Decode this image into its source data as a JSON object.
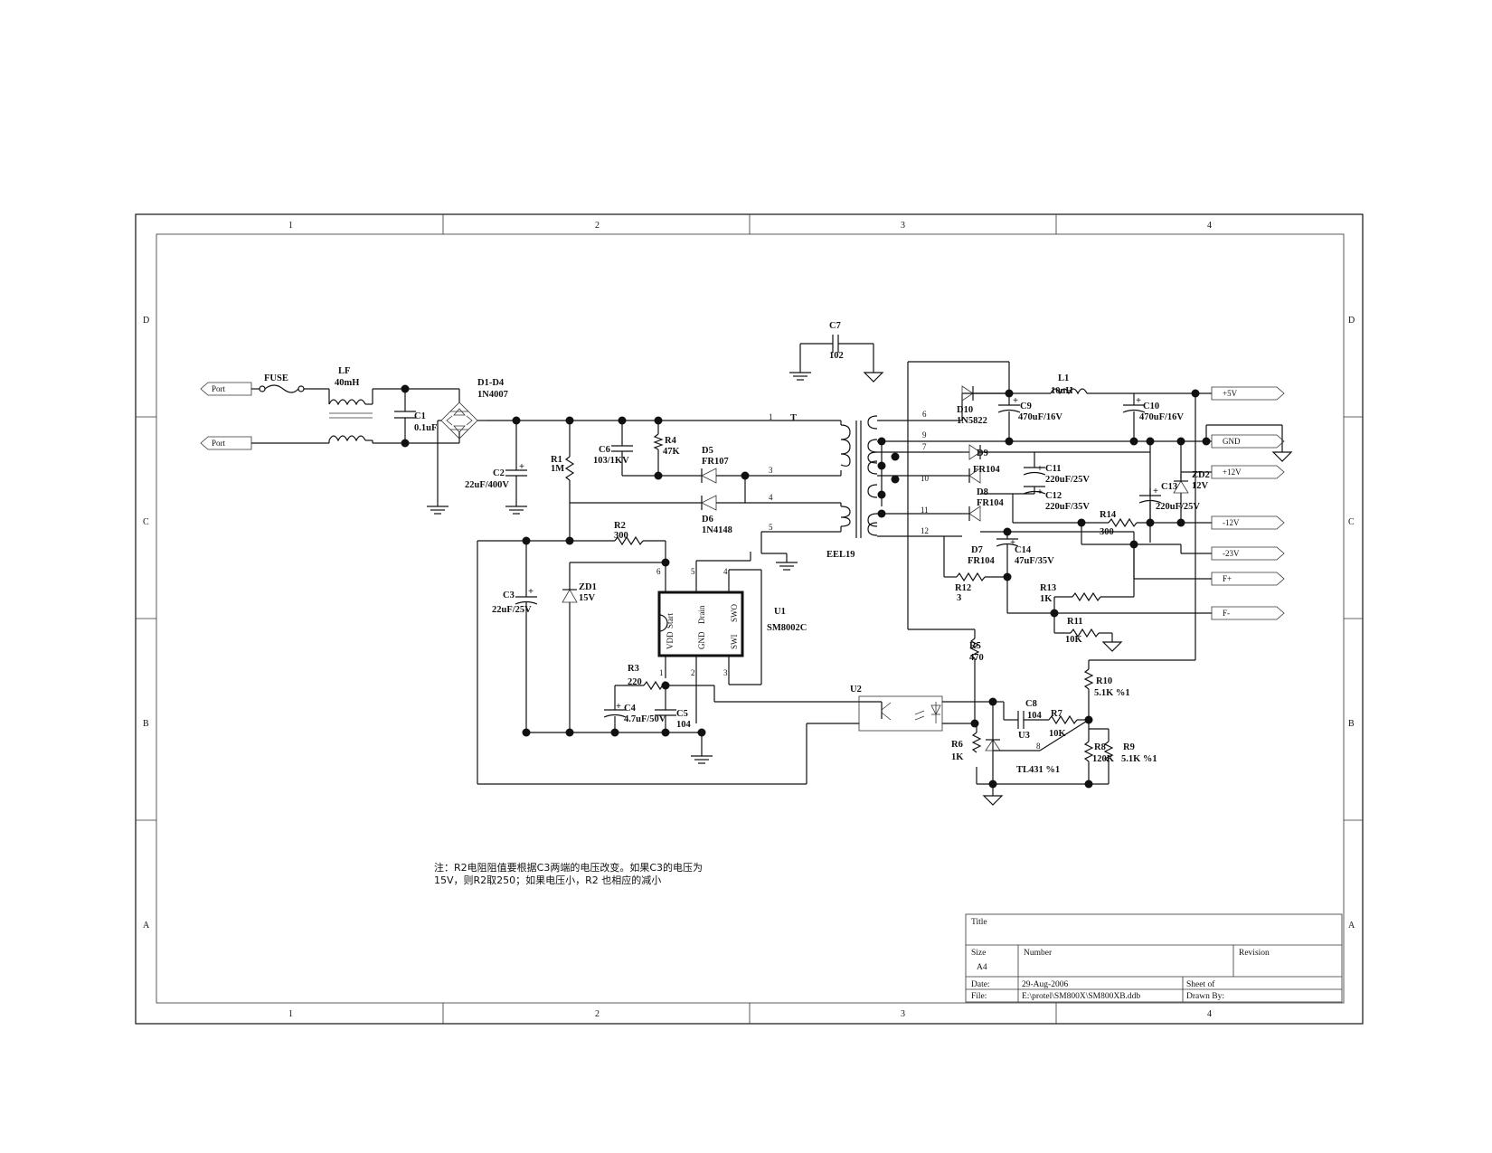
{
  "zones": {
    "cols": [
      "1",
      "2",
      "3",
      "4"
    ],
    "rows": [
      "D",
      "C",
      "B",
      "A"
    ]
  },
  "ports": {
    "ac_in_1": "Port",
    "ac_in_2": "Port",
    "p5v": "+5V",
    "gnd": "GND",
    "p12v": "+12V",
    "m12v": "-12V",
    "m23v": "-23V",
    "fplus": "F+",
    "fminus": "F-"
  },
  "components": {
    "fuse": "FUSE",
    "lf_ref": "LF",
    "lf_val": "40mH",
    "d1d4_ref": "D1-D4",
    "d1d4_val": "1N4007",
    "c1_ref": "C1",
    "c1_val": "0.1uF",
    "c2_ref": "C2",
    "c2_val": "22uF/400V",
    "r1_ref": "R1",
    "r1_val": "1M",
    "c6_ref": "C6",
    "c6_val": "103/1KV",
    "r4_ref": "R4",
    "r4_val": "47K",
    "d5_ref": "D5",
    "d5_val": "FR107",
    "d6_ref": "D6",
    "d6_val": "1N4148",
    "r2_ref": "R2",
    "r2_val": "300",
    "c3_ref": "C3",
    "c3_val": "22uF/25V",
    "zd1_ref": "ZD1",
    "zd1_val": "15V",
    "u1_ref": "U1",
    "u1_val": "SM8002C",
    "u1_pins": {
      "vdd": "VDD",
      "start": "Start",
      "drain": "Drain",
      "swo": "SWO",
      "gnd": "GND",
      "swi": "SWI"
    },
    "r3_ref": "R3",
    "r3_val": "220",
    "c4_ref": "C4",
    "c4_val": "4.7uF/50V",
    "c5_ref": "C5",
    "c5_val": "104",
    "c7_ref": "C7",
    "c7_val": "102",
    "t_ref": "T",
    "t_val": "EEL19",
    "d10_ref": "D10",
    "d10_val": "1N5822",
    "c9_ref": "C9",
    "c9_val": "470uF/16V",
    "l1_ref": "L1",
    "l1_val": "10uH",
    "c10_ref": "C10",
    "c10_val": "470uF/16V",
    "d9_ref": "D9",
    "d9_val": "FR104",
    "c11_ref": "C11",
    "c11_val": "220uF/25V",
    "d8_ref": "D8",
    "d8_val": "FR104",
    "c12_ref": "C12",
    "c12_val": "220uF/35V",
    "r14_ref": "R14",
    "r14_val": "300",
    "c13_ref": "C13",
    "c13_val": "220uF/25V",
    "zd2_ref": "ZD2",
    "zd2_val": "12V",
    "d7_ref": "D7",
    "d7_val": "FR104",
    "c14_ref": "C14",
    "c14_val": "47uF/35V",
    "r12_ref": "R12",
    "r12_val": "3",
    "r13_ref": "R13",
    "r13_val": "1K",
    "r11_ref": "R11",
    "r11_val": "10K",
    "r5_ref": "R5",
    "r5_val": "470",
    "u2_ref": "U2",
    "r10_ref": "R10",
    "r10_val": "5.1K %1",
    "c8_ref": "C8",
    "c8_val": "104",
    "r7_ref": "R7",
    "r7_val": "10K",
    "u3_ref": "U3",
    "u3_val": "TL431 %1",
    "u3_pin": "8",
    "r6_ref": "R6",
    "r6_val": "1K",
    "r8_ref": "R8",
    "r8_val": "120K",
    "r9_ref": "R9",
    "r9_val": "5.1K %1"
  },
  "pin_numbers": {
    "t1": "1",
    "t3": "3",
    "t4": "4",
    "t5": "5",
    "t6": "6",
    "t9": "9",
    "t7": "7",
    "t10": "10",
    "t11": "11",
    "t12": "12",
    "u6": "6",
    "u5": "5",
    "u4": "4",
    "u1": "1",
    "u2": "2",
    "u3": "3"
  },
  "note": {
    "line1": "注：R2电阻阻值要根据C3两端的电压改变。如果C3的电压为",
    "line2": "15V，则R2取250；如果电压小，R2 也相应的减小"
  },
  "title_block": {
    "title_label": "Title",
    "size_label": "Size",
    "size_value": "A4",
    "number_label": "Number",
    "revision_label": "Revision",
    "date_label": "Date:",
    "date_value": "29-Aug-2006",
    "sheet_label": "Sheet    of",
    "file_label": "File:",
    "file_value": "E:\\protel\\SM800X\\SM800XB.ddb",
    "drawn_label": "Drawn By:"
  }
}
